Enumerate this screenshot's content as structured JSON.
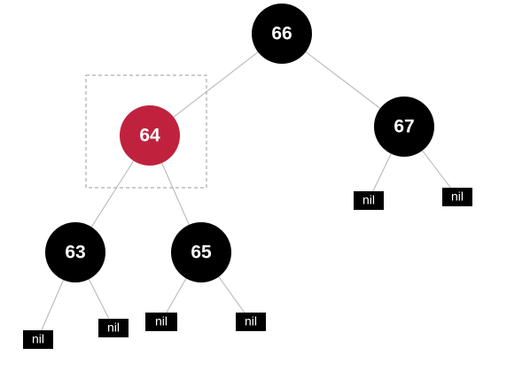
{
  "colors": {
    "black_node": "#000000",
    "red_node": "#c0223e",
    "edge": "#b3b3b3",
    "selection_box": "#9a9a9a",
    "text": "#ffffff"
  },
  "nodes": [
    {
      "id": "n66",
      "label": "66",
      "color": "black"
    },
    {
      "id": "n64",
      "label": "64",
      "color": "red",
      "selected": true
    },
    {
      "id": "n67",
      "label": "67",
      "color": "black"
    },
    {
      "id": "n63",
      "label": "63",
      "color": "black"
    },
    {
      "id": "n65",
      "label": "65",
      "color": "black"
    }
  ],
  "nil_leaves": [
    {
      "id": "nil-67-left",
      "label": "nil"
    },
    {
      "id": "nil-67-right",
      "label": "nil"
    },
    {
      "id": "nil-63-left",
      "label": "nil"
    },
    {
      "id": "nil-63-right",
      "label": "nil"
    },
    {
      "id": "nil-65-left",
      "label": "nil"
    },
    {
      "id": "nil-65-right",
      "label": "nil"
    }
  ]
}
